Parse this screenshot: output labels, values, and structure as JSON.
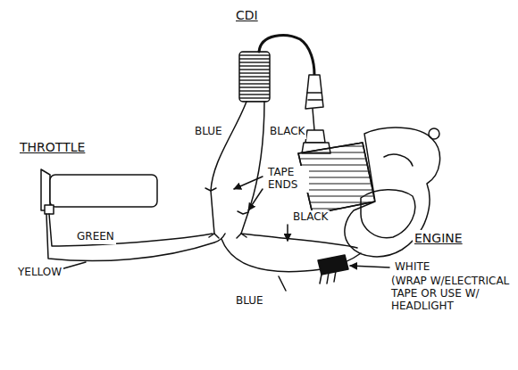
{
  "diagram": {
    "labels": [
      "CDI",
      "THROTTLE",
      "BLUE",
      "BLACK",
      "TAPE ENDS",
      "GREEN",
      "YELLOW",
      "BLACK",
      "ENGINE",
      "BLUE",
      "WHITE",
      "(WRAP W/ELECTRICAL TAPE OR USE W/ HEADLIGHT"
    ]
  }
}
